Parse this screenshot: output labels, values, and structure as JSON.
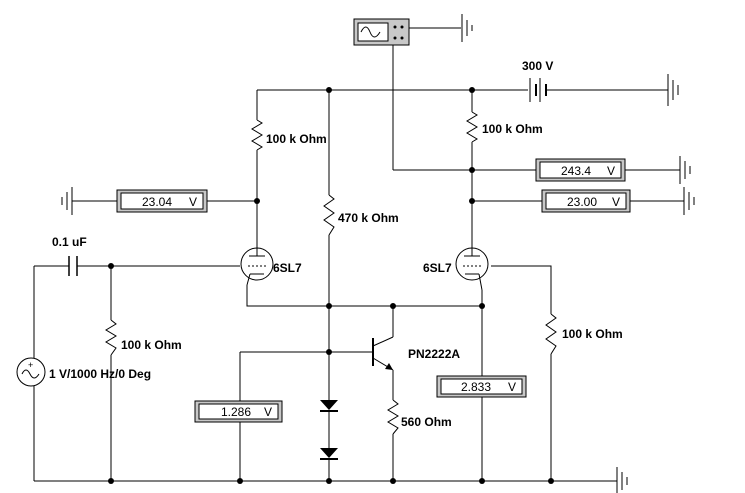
{
  "components": {
    "battery_label": "300 V",
    "r_plate1_label": "100 k Ohm",
    "r_plate2_label": "100 k Ohm",
    "r_470_label": "470 k Ohm",
    "r_grid_label": "100 k Ohm",
    "r_grid2_label": "100 k Ohm",
    "r_emitter_label": "560  Ohm",
    "cap_label": "0.1 uF",
    "tube1_label": "6SL7",
    "tube2_label": "6SL7",
    "transistor_label": "PN2222A",
    "source_label": "1 V/1000 Hz/0 Deg"
  },
  "meters": {
    "m1": {
      "value": "23.04",
      "unit": "V"
    },
    "m2": {
      "value": "243.4",
      "unit": "V"
    },
    "m3": {
      "value": "23.00",
      "unit": "V"
    },
    "m4": {
      "value": "1.286",
      "unit": "V"
    },
    "m5": {
      "value": "2.833",
      "unit": "V"
    }
  }
}
